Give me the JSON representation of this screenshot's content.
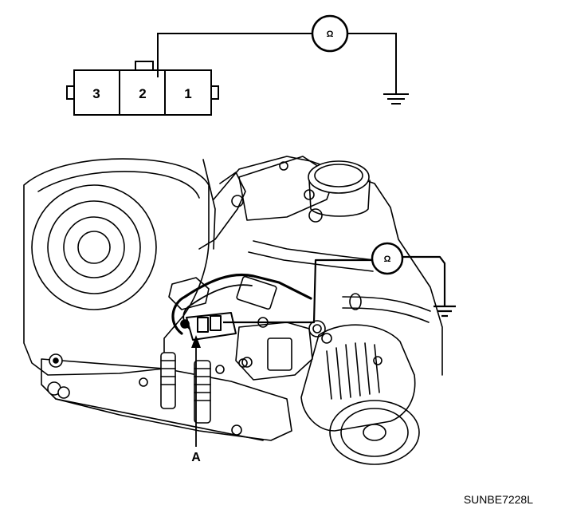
{
  "connector": {
    "pins": [
      "3",
      "2",
      "1"
    ]
  },
  "meter_symbol": "Ω",
  "callout_label": "A",
  "figure_code": "SUNBE7228L",
  "colors": {
    "ink": "#000000",
    "paper": "#ffffff"
  }
}
